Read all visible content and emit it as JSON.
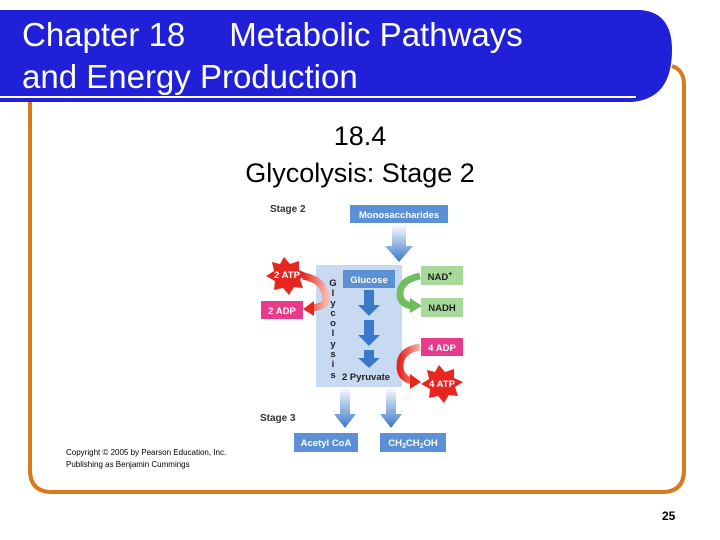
{
  "slide": {
    "title_line1_a": "Chapter 18",
    "title_line1_b": "Metabolic Pathways",
    "title_line2": "and Energy Production",
    "section_number": "18.4",
    "section_title": "Glycolysis: Stage 2",
    "copyright_line1": "Copyright © 2005 by Pearson Education, Inc.",
    "copyright_line2": "Publishing as Benjamin Cummings",
    "page_number": "25",
    "colors": {
      "banner": "#2020d8",
      "border": "#d87a1c"
    }
  },
  "diagram": {
    "stage2_label": "Stage 2",
    "stage3_label": "Stage 3",
    "monosaccharides": "Monosaccharides",
    "glucose": "Glucose",
    "pyruvate": "2 Pyruvate",
    "acetyl_coa": "Acetyl CoA",
    "ethanol_main": "CH",
    "ethanol_sub1": "3",
    "ethanol_mid": "CH",
    "ethanol_sub2": "2",
    "ethanol_end": "OH",
    "atp_in": "2 ATP",
    "adp_out": "2 ADP",
    "nad_main": "NAD",
    "nad_sup": "+",
    "nadh": "NADH",
    "adp_in": "4 ADP",
    "atp_out": "4 ATP",
    "glycolysis_letters": [
      "G",
      "l",
      "y",
      "c",
      "o",
      "l",
      "y",
      "s",
      "i",
      "s"
    ],
    "colors": {
      "box_blue": "#5b8fd6",
      "arrow_blue": "#3a78c9",
      "green_box": "#a6d99a",
      "red_box": "#e83a8a",
      "star_red": "#e6261f",
      "stage_panel": "#c7daf2"
    }
  }
}
